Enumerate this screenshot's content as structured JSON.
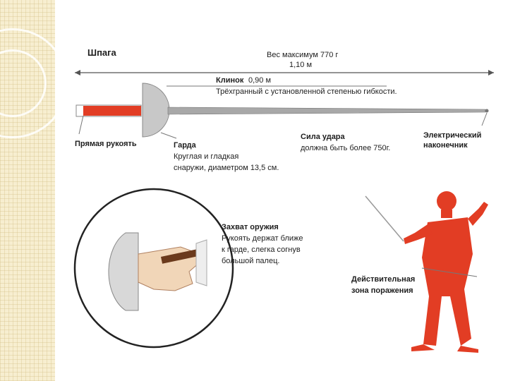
{
  "colors": {
    "accent": "#e23d24",
    "blade": "#9a9a9a",
    "text": "#1e1e1e"
  },
  "title": "Шпага",
  "weight": "Вес максимум 770 г",
  "length": "1,10 м",
  "blade": {
    "title": "Клинок",
    "length": "0,90 м",
    "desc": "Трёхгранный с установленной степенью гибкости."
  },
  "grip": "Прямая рукоять",
  "guard": {
    "title": "Гарда",
    "line1": "Круглая и гладкая",
    "line2": "снаружи, диаметром 13,5 см."
  },
  "force": {
    "title": "Сила удара",
    "desc": "должна быть более 750г."
  },
  "tip": {
    "line1": "Электрический",
    "line2": "наконечник"
  },
  "hold": {
    "title": "Захват оружия",
    "line1": "Рукоять держат ближе",
    "line2": "к гарде, слегка согнув",
    "line3": "большой палец."
  },
  "target": {
    "line1": "Действительная",
    "line2": "зона поражения"
  }
}
